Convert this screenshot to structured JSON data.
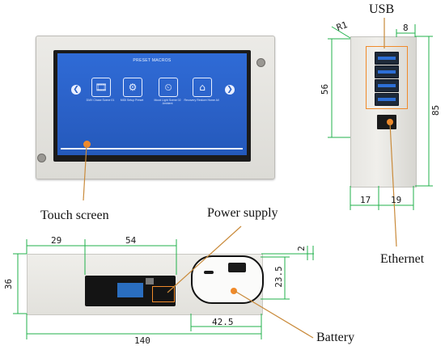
{
  "labels": {
    "usb": "USB",
    "touch_screen": "Touch screen",
    "power_supply": "Power supply",
    "ethernet": "Ethernet",
    "battery": "Battery"
  },
  "dimensions": {
    "r1": "R1",
    "side_top_width": "8",
    "side_usb_height": "56",
    "side_total_height": "85",
    "side_left_width": "17",
    "side_right_width": "19",
    "bottom_29": "29",
    "bottom_54": "54",
    "bottom_2": "2",
    "bottom_36": "36",
    "bottom_23_5": "23.5",
    "bottom_140": "140",
    "bottom_42_5": "42.5"
  },
  "screen": {
    "title": "PRESET MACROS",
    "macros": [
      {
        "icon": "film-icon",
        "glyph": "🎞",
        "caption": "DMX Chase Scene 01"
      },
      {
        "icon": "gear-icon",
        "glyph": "⚙",
        "caption": "MIDI Setup Preset"
      },
      {
        "icon": "clock-icon",
        "glyph": "⏲",
        "caption": "Mood Light Scene 02 Ambient"
      },
      {
        "icon": "home-icon",
        "glyph": "⌂",
        "caption": "Recovery Restore Home All"
      }
    ],
    "prev_glyph": "❮",
    "next_glyph": "❯"
  },
  "colors": {
    "highlight": "#f08a2a",
    "dimension_line": "#21b24b",
    "screen_blue": "#2a60c6"
  }
}
